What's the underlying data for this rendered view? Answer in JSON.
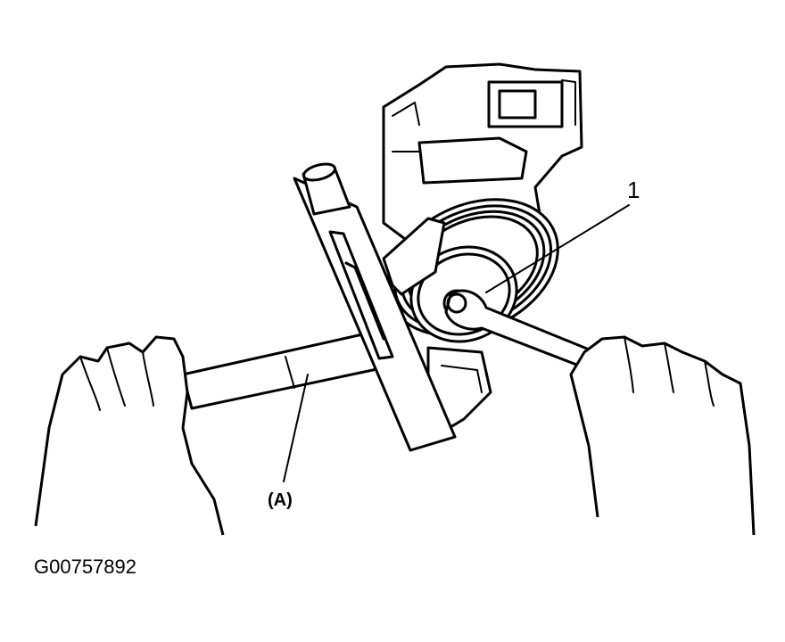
{
  "callouts": {
    "part_1": "1",
    "tool_a": "(A)"
  },
  "figure_code": "G00757892",
  "colors": {
    "ink": "#000000",
    "background": "#ffffff"
  }
}
